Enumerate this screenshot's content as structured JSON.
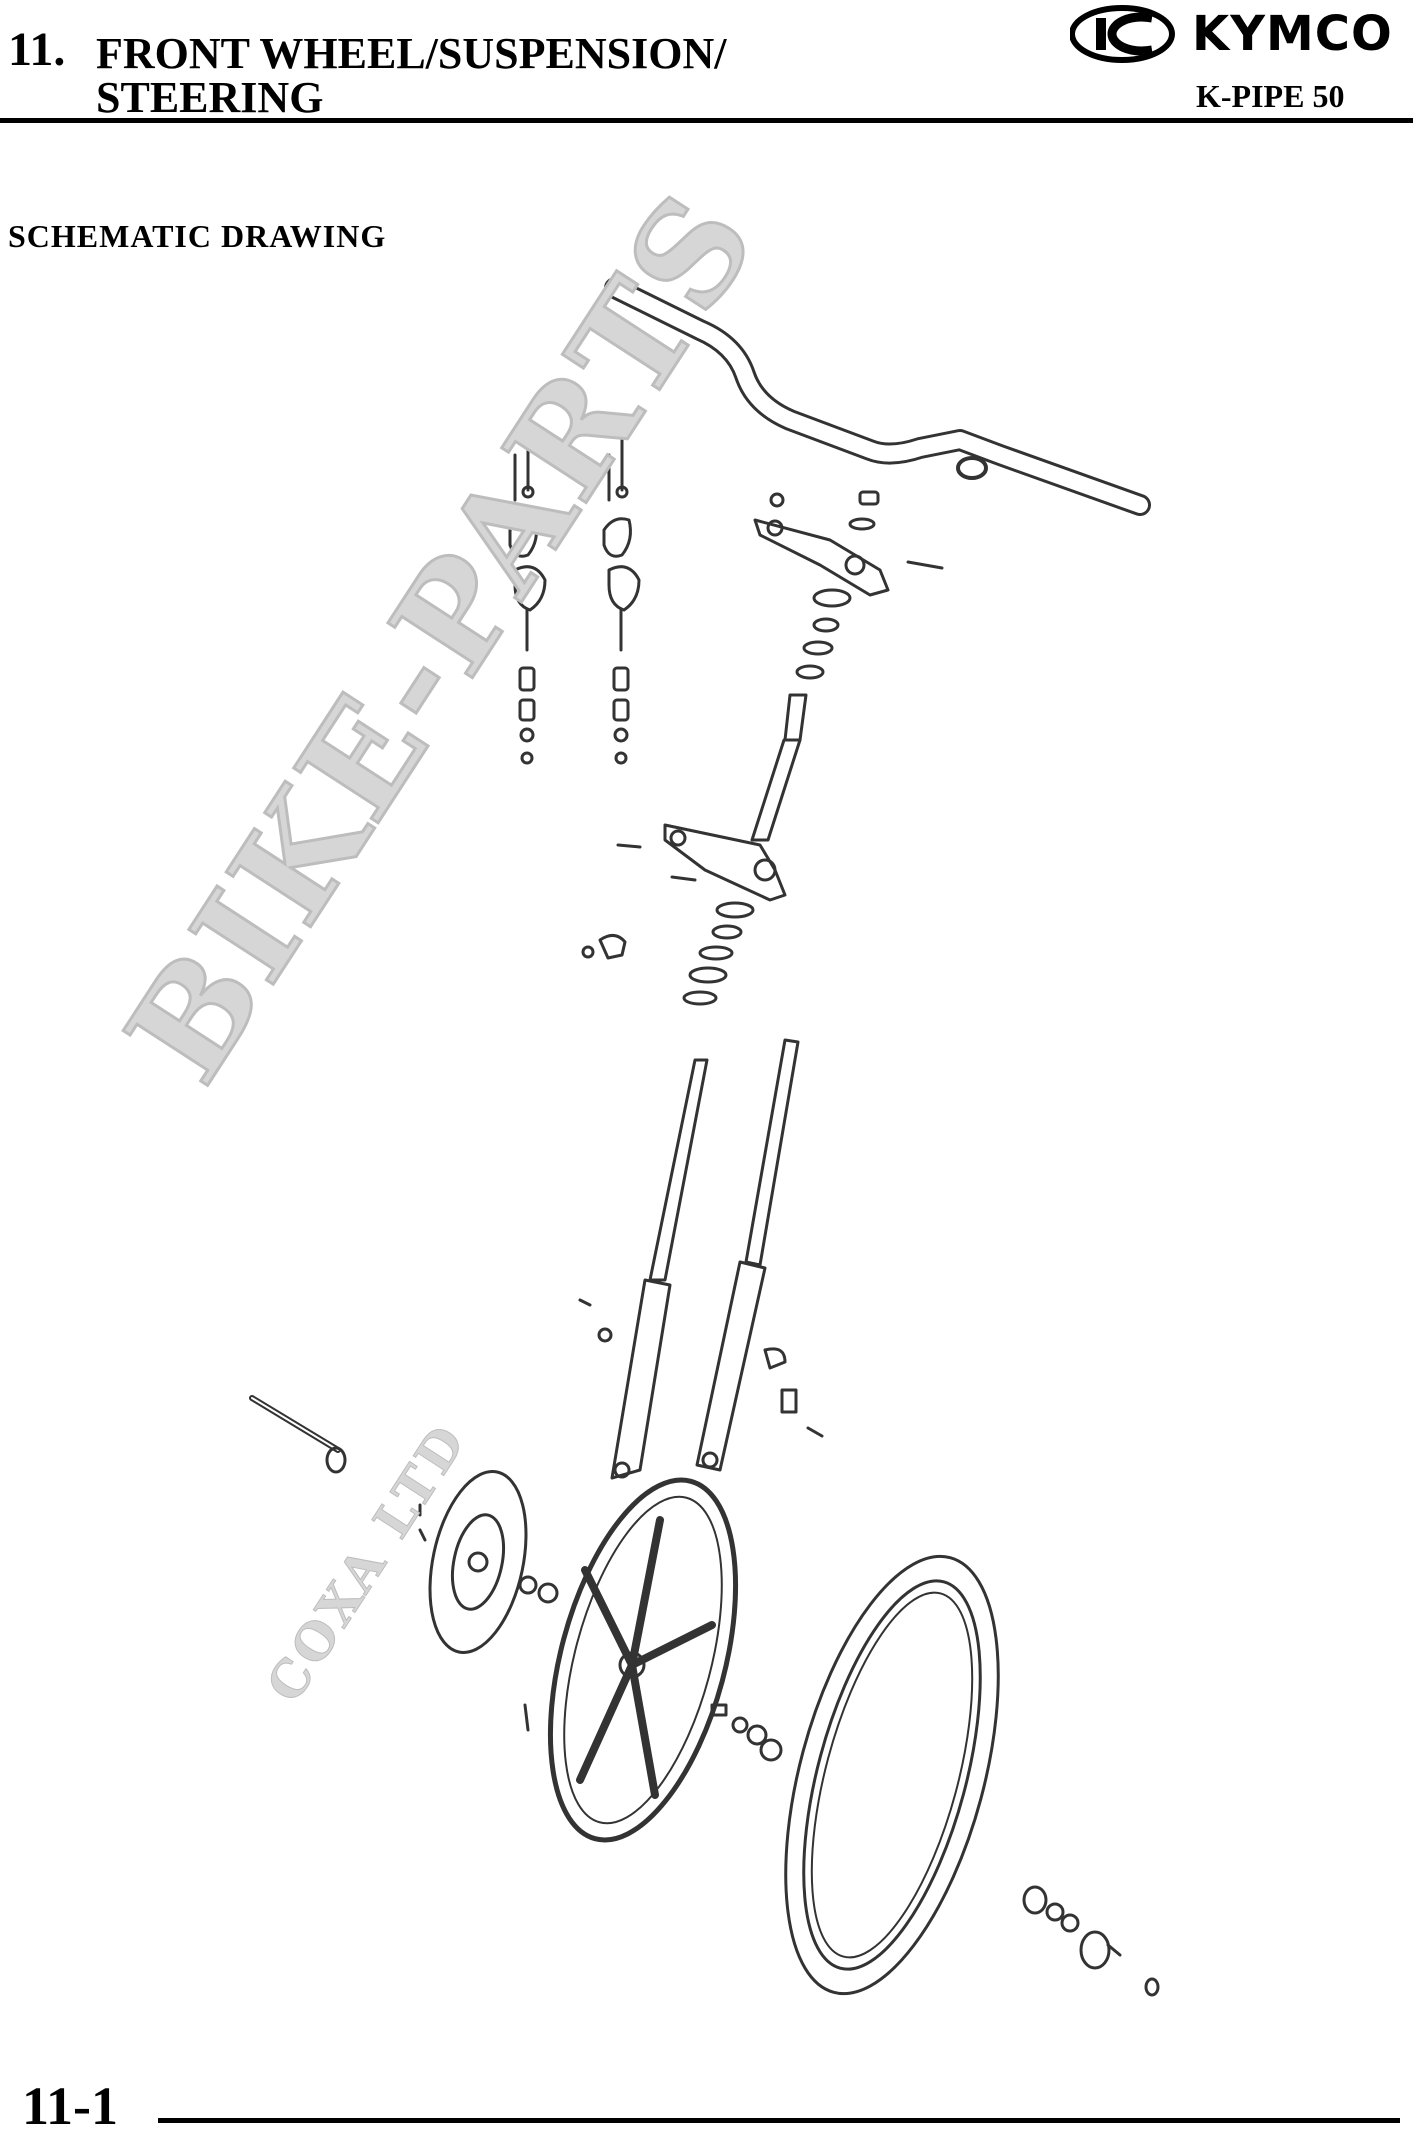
{
  "header": {
    "chapter_number": "11.",
    "title_line1": "FRONT WHEEL/SUSPENSION/",
    "title_line2": "STEERING",
    "brand_name": "KYMCO",
    "model": "K-PIPE 50"
  },
  "section_title": "SCHEMATIC DRAWING",
  "watermark": {
    "main": "BIKE-PARTS",
    "sub": "COXA LTD"
  },
  "footer": {
    "page_number": "11-1"
  },
  "colors": {
    "text": "#000000",
    "watermark": "#d6d6d6",
    "drawing_line": "#333333"
  }
}
